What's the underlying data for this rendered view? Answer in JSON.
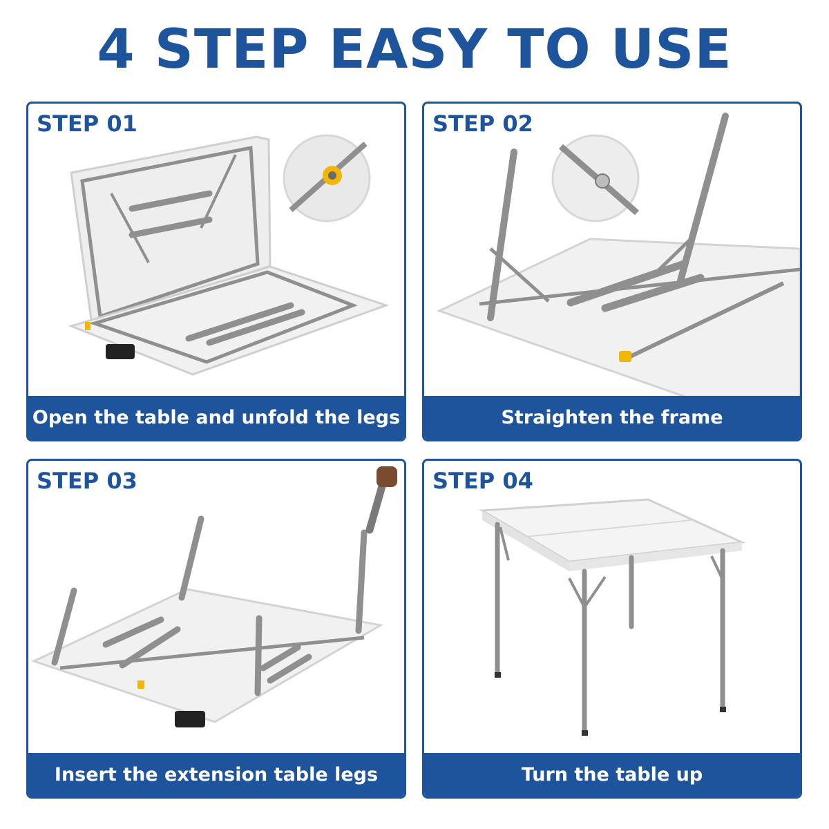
{
  "title": "4 STEP EASY TO USE",
  "accent_color": "#1e549c",
  "steps": [
    {
      "label": "STEP 01",
      "caption": "Open the table and unfold the legs"
    },
    {
      "label": "STEP 02",
      "caption": "Straighten the frame"
    },
    {
      "label": "STEP 03",
      "caption": "Insert the extension table legs"
    },
    {
      "label": "STEP 04",
      "caption": "Turn the table up"
    }
  ]
}
